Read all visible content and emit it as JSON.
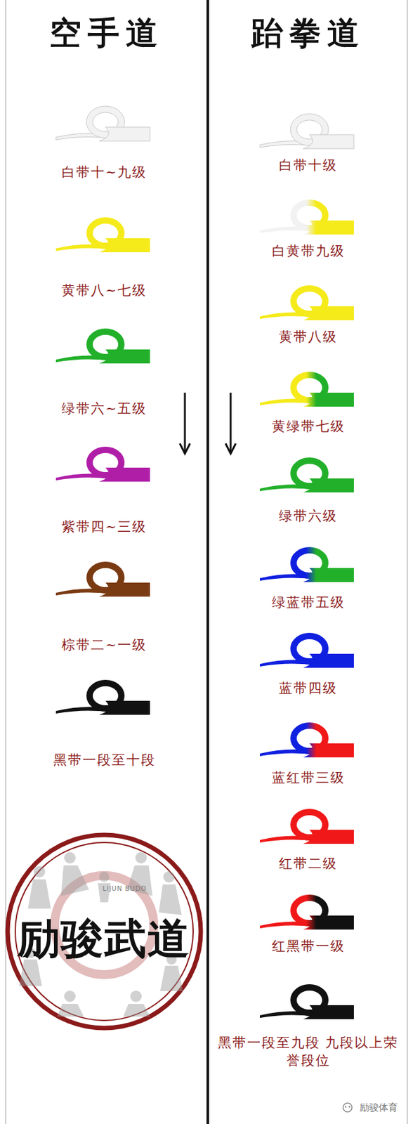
{
  "diagram": {
    "nodes": [
      {
        "text": [
          "空手道"
        ]
      },
      {
        "text": [
          "白带十~九级"
        ],
        "in": 0
      },
      {
        "text": [
          "黄带八~七级"
        ],
        "in": 0
      },
      {
        "text": [
          "绿带六~五级"
        ],
        "in": 0
      },
      {
        "text": [
          "紫带四~三级"
        ],
        "in": 0
      },
      {
        "text": [
          "棕带二~一级"
        ],
        "in": 0
      },
      {
        "text": [
          "黑带一段至十段"
        ],
        "in": 0
      },
      {
        "text": [
          "跆拳道"
        ]
      },
      {
        "text": [
          "白带十级"
        ],
        "in": 7
      },
      {
        "text": [
          "白黄带九级"
        ],
        "in": 7
      },
      {
        "text": [
          "黄带八级"
        ],
        "in": 7
      },
      {
        "text": [
          "黄绿带七级"
        ],
        "in": 7
      },
      {
        "text": [
          "绿带六级"
        ],
        "in": 7
      },
      {
        "text": [
          "绿蓝带五级"
        ],
        "in": 7
      },
      {
        "text": [
          "蓝带四级"
        ],
        "in": 7
      },
      {
        "text": [
          "蓝红带三级"
        ],
        "in": 7
      },
      {
        "text": [
          "红带二级"
        ],
        "in": 7
      },
      {
        "text": [
          "红黑带一级"
        ],
        "in": 7
      },
      {
        "text": [
          "黑带一段至九段 九段以上荣誉段位"
        ],
        "in": 7
      }
    ],
    "labels": [
      "励骏武道",
      "LIJUN BUDO",
      "励骏体育"
    ]
  }
}
